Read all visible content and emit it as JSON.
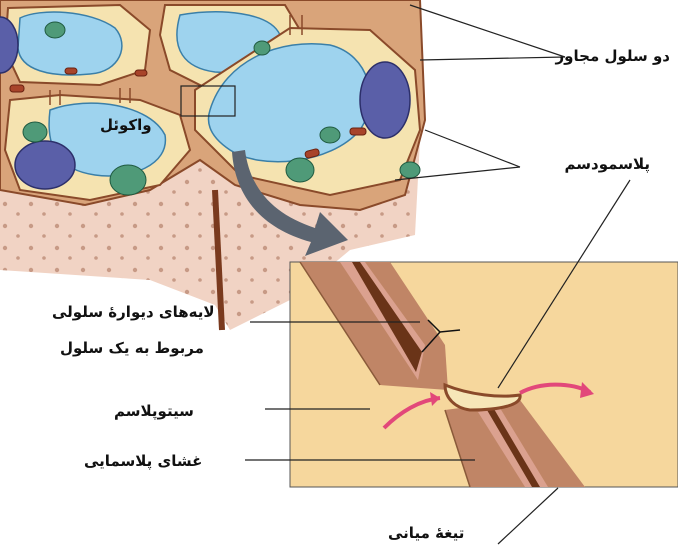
{
  "labels": {
    "neighbor_cells": "دو سلول مجاور",
    "vacuole": "واکوئل",
    "plasmodesma": "پلاسمودسم",
    "wall_layers_line1": "لایه‌های دیوارهٔ سلولی",
    "wall_layers_line2": "مربوط به یک سلول",
    "cytoplasm": "سیتوپلاسم",
    "plasma_membrane": "غشای پلاسمایی",
    "middle_lamella": "تیغهٔ میانی"
  },
  "colors": {
    "cell_wall": "#d9a47a",
    "wall_edge": "#8a4a2a",
    "cytoplasm": "#f5e3b0",
    "vacuole": "#9ed3ee",
    "nucleus": "#5a5fa8",
    "chloroplast": "#4f9a78",
    "mitochondria": "#a8442a",
    "zoom_background": "#f6d79d",
    "wall_band": "#c08566",
    "arrow": "#e2487a",
    "pointer_arrow": "#5b6470"
  }
}
